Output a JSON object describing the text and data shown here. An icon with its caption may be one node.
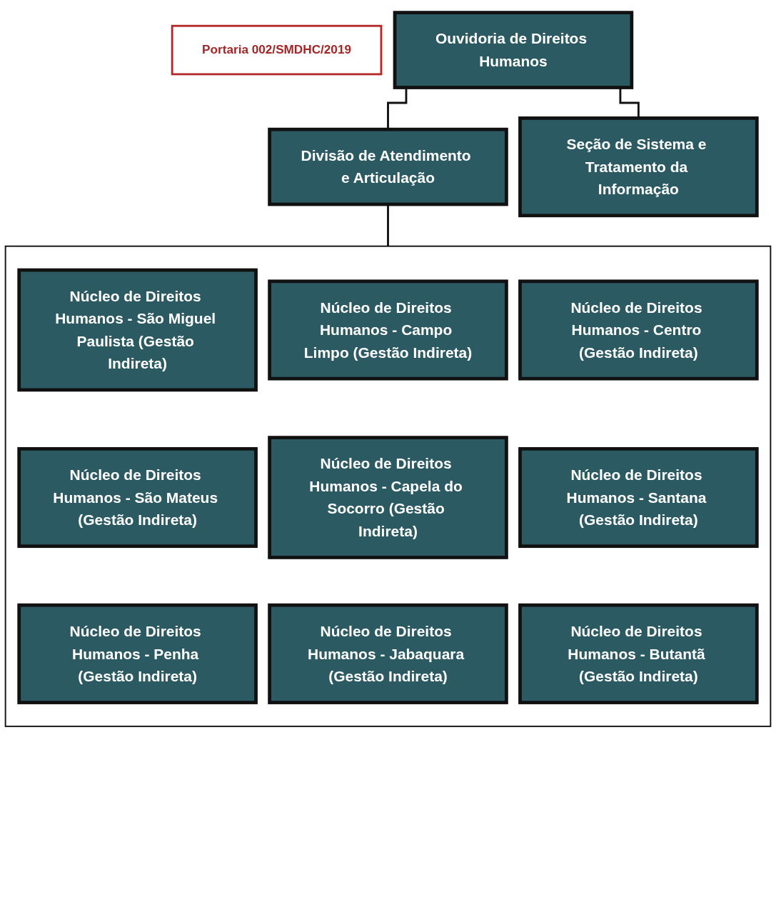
{
  "diagram": {
    "nodes": [
      {
        "text": [
          "Portaria 002/SMDHC/2019"
        ]
      },
      {
        "text": [
          "Ouvidoria de Direitos Humanos"
        ]
      },
      {
        "text": [
          "Divisão de Atendimento e Articulação"
        ]
      },
      {
        "text": [
          "Seção de Sistema e Tratamento da Informação"
        ]
      },
      {
        "text": [],
        "shape": "box"
      },
      {
        "text": [
          "Núcleo de Direitos Humanos - São Miguel Paulista (Gestão Indireta)"
        ],
        "in": 4
      },
      {
        "text": [
          "Núcleo de Direitos Humanos - Campo Limpo (Gestão Indireta)"
        ],
        "in": 4
      },
      {
        "text": [
          "Núcleo de Direitos Humanos - Centro (Gestão Indireta)"
        ],
        "in": 4
      },
      {
        "text": [
          "Núcleo de Direitos Humanos - São Mateus (Gestão Indireta)"
        ],
        "in": 4
      },
      {
        "text": [
          "Núcleo de Direitos Humanos - Capela do Socorro (Gestão Indireta)"
        ],
        "in": 4
      },
      {
        "text": [
          "Núcleo de Direitos Humanos - Santana (Gestão Indireta)"
        ],
        "in": 4
      },
      {
        "text": [
          "Núcleo de Direitos Humanos - Penha (Gestão Indireta)"
        ],
        "in": 4
      },
      {
        "text": [
          "Núcleo de Direitos Humanos - Jabaquara (Gestão Indireta)"
        ],
        "in": 4
      },
      {
        "text": [
          "Núcleo de Direitos Humanos - Butantã (Gestão Indireta)"
        ],
        "in": 4
      }
    ],
    "edges": [
      {
        "from": 1,
        "to": 2,
        "arrow": "none"
      },
      {
        "from": 1,
        "to": 3,
        "arrow": "none"
      },
      {
        "from": 2,
        "to": 4,
        "arrow": "none"
      }
    ]
  }
}
